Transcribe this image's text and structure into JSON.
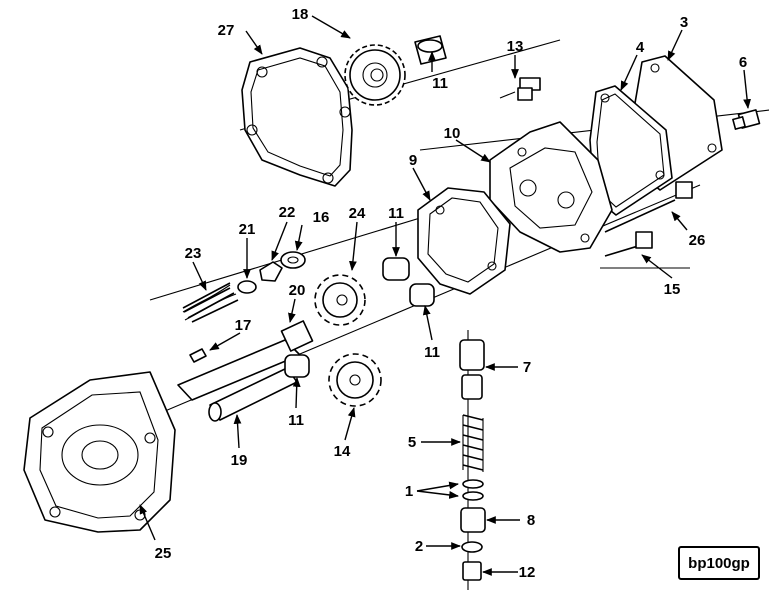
{
  "diagram_code": "bp100gp",
  "callouts": {
    "c1": "1",
    "c2": "2",
    "c3": "3",
    "c4": "4",
    "c5": "5",
    "c6": "6",
    "c7": "7",
    "c8": "8",
    "c9": "9",
    "c10": "10",
    "c11": "11",
    "c12": "12",
    "c13": "13",
    "c14": "14",
    "c15": "15",
    "c16": "16",
    "c17": "17",
    "c18": "18",
    "c19": "19",
    "c20": "20",
    "c21": "21",
    "c22": "22",
    "c23": "23",
    "c24": "24",
    "c25": "25",
    "c26": "26",
    "c27": "27"
  }
}
